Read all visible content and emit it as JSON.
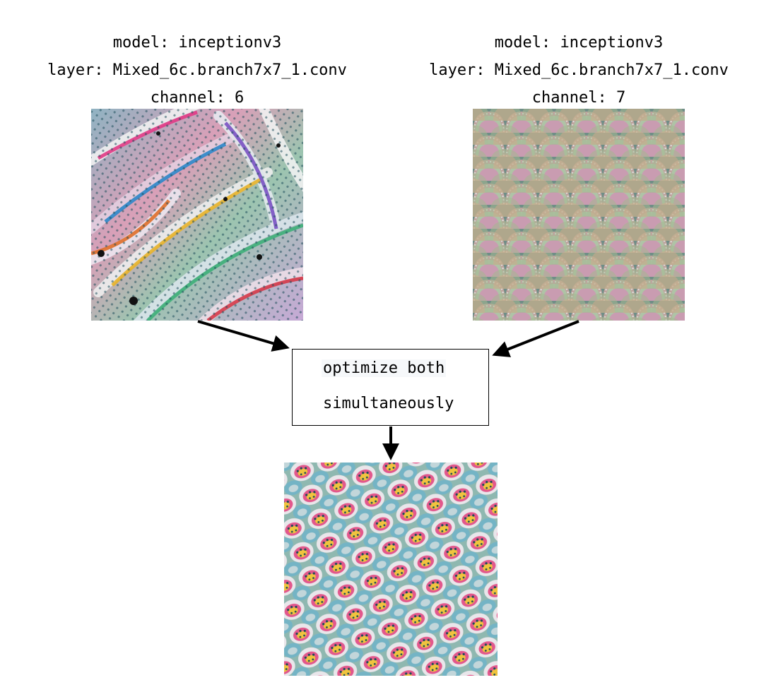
{
  "left": {
    "model_line": "model: inceptionv3",
    "layer_line": "layer: Mixed_6c.branch7x7_1.conv",
    "channel_line": "channel: 6",
    "image": "feature-visualization-channel-6"
  },
  "right": {
    "model_line": "model: inceptionv3",
    "layer_line": "layer: Mixed_6c.branch7x7_1.conv",
    "channel_line": "channel: 7",
    "image": "feature-visualization-channel-7"
  },
  "operation": {
    "line1": "optimize both",
    "line2": "simultaneously"
  },
  "result": {
    "image": "feature-visualization-combined"
  },
  "colors": {
    "arrow": "#000000",
    "box_border": "#000000",
    "text_highlight": "#f6f8fa"
  }
}
